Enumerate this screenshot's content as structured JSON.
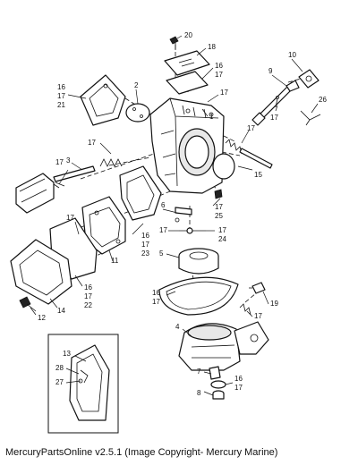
{
  "footer_text": "MercuryPartsOnline v2.5.1 (Image Copyright- Mercury Marine)",
  "callouts": {
    "c20": "20",
    "c18": "18",
    "c16_17_top_a": "16",
    "c16_17_top_b": "17",
    "c10": "10",
    "c9": "9",
    "c16_17_21_a": "16",
    "c16_17_21_b": "17",
    "c16_17_21_c": "21",
    "c2": "2",
    "c17_a": "17",
    "c1": "1",
    "c26": "26",
    "c17_b": "17",
    "c17_c": "17",
    "c17_d": "17",
    "c15": "15",
    "c3": "3",
    "c17_e": "17",
    "c6": "6",
    "c17_25_a": "17",
    "c17_25_b": "25",
    "c16_17_23_a": "16",
    "c16_17_23_b": "17",
    "c16_17_23_c": "23",
    "c17_24_a": "17",
    "c17_24_b": "24",
    "c17_f": "17",
    "c5": "5",
    "c11": "11",
    "c16_17_22_a": "16",
    "c16_17_22_b": "17",
    "c16_17_22_c": "22",
    "c14": "14",
    "c16_17_mid_a": "16",
    "c16_17_mid_b": "17",
    "c19": "19",
    "c17_g": "17",
    "c12": "12",
    "c4": "4",
    "c13": "13",
    "c28": "28",
    "c27": "27",
    "c7": "7",
    "c16_17_bot_a": "16",
    "c16_17_bot_b": "17",
    "c8": "8",
    "c17_h": "17"
  }
}
